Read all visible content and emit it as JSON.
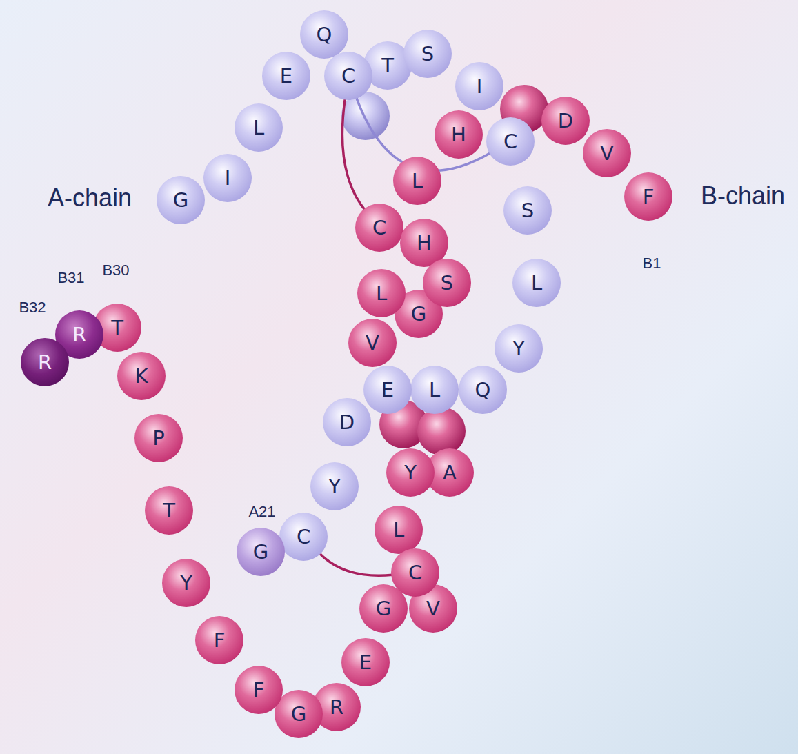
{
  "diagram": {
    "nodes": [
      {
        "text": [
          "G"
        ]
      },
      {
        "text": [
          "I"
        ]
      },
      {
        "text": [
          "L"
        ]
      },
      {
        "text": [
          "E"
        ]
      },
      {
        "text": [
          "Q"
        ]
      },
      {
        "text": [
          "C"
        ]
      },
      {
        "text": [
          "T"
        ]
      },
      {
        "text": [
          "S"
        ]
      },
      {
        "text": [
          "I"
        ]
      },
      {
        "text": [
          "C"
        ]
      },
      {
        "text": [
          "S"
        ]
      },
      {
        "text": [
          "L"
        ]
      },
      {
        "text": [
          "Y"
        ]
      },
      {
        "text": [
          "Q"
        ]
      },
      {
        "text": [
          "L"
        ]
      },
      {
        "text": [
          "E"
        ]
      },
      {
        "text": [
          "D"
        ]
      },
      {
        "text": [
          "Y"
        ]
      },
      {
        "text": [
          "C"
        ]
      },
      {
        "text": [
          "G"
        ]
      },
      {
        "text": [
          "F"
        ]
      },
      {
        "text": [
          "V"
        ]
      },
      {
        "text": [
          "D"
        ]
      },
      {
        "text": [
          "H"
        ]
      },
      {
        "text": [
          "L"
        ]
      },
      {
        "text": [
          "C"
        ]
      },
      {
        "text": [
          "H"
        ]
      },
      {
        "text": [
          "S"
        ]
      },
      {
        "text": [
          "L"
        ]
      },
      {
        "text": [
          "V"
        ]
      },
      {
        "text": [
          "G"
        ]
      },
      {
        "text": [
          "A"
        ]
      },
      {
        "text": [
          "Y"
        ]
      },
      {
        "text": [
          "L"
        ]
      },
      {
        "text": [
          "V"
        ]
      },
      {
        "text": [
          "C"
        ]
      },
      {
        "text": [
          "G"
        ]
      },
      {
        "text": [
          "E"
        ]
      },
      {
        "text": [
          "R"
        ]
      },
      {
        "text": [
          "G"
        ]
      },
      {
        "text": [
          "F"
        ]
      },
      {
        "text": [
          "F"
        ]
      },
      {
        "text": [
          "Y"
        ]
      },
      {
        "text": [
          "T"
        ]
      },
      {
        "text": [
          "P"
        ]
      },
      {
        "text": [
          "K"
        ]
      },
      {
        "text": [
          "T"
        ]
      },
      {
        "text": [
          "R"
        ]
      },
      {
        "text": [
          "R"
        ]
      }
    ],
    "edges": [
      {
        "from": 5,
        "to": 25,
        "arrow": "none"
      },
      {
        "from": 5,
        "to": 9,
        "arrow": "none"
      },
      {
        "from": 18,
        "to": 35,
        "arrow": "none"
      }
    ],
    "labels": [
      "A-chain",
      "B-chain",
      "B1",
      "B32",
      "B31",
      "B30",
      "A21"
    ]
  }
}
